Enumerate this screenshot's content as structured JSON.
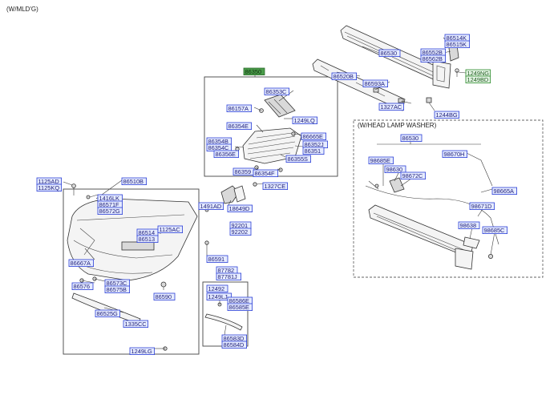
{
  "captions": {
    "variant": "(W/MLD'G)",
    "head_lamp_washer": "(W/HEAD LAMP WASHER)"
  },
  "labels": [
    {
      "id": "86514K",
      "text": "86514K"
    },
    {
      "id": "86515K",
      "text": "86515K"
    },
    {
      "id": "86530",
      "text": "86530"
    },
    {
      "id": "86552B",
      "text": "86552B"
    },
    {
      "id": "86562B",
      "text": "86562B"
    },
    {
      "id": "1249NG",
      "text": "1249NG"
    },
    {
      "id": "1249BD",
      "text": "1249BD"
    },
    {
      "id": "86350",
      "text": "86350"
    },
    {
      "id": "86520B",
      "text": "86520B"
    },
    {
      "id": "86593A",
      "text": "86593A"
    },
    {
      "id": "1327AC",
      "text": "1327AC"
    },
    {
      "id": "1244BG",
      "text": "1244BG"
    },
    {
      "id": "86353C",
      "text": "86353C"
    },
    {
      "id": "86157A",
      "text": "86157A"
    },
    {
      "id": "1249LQ",
      "text": "1249LQ"
    },
    {
      "id": "86354E",
      "text": "86354E"
    },
    {
      "id": "86665E",
      "text": "86665E"
    },
    {
      "id": "86352J",
      "text": "86352J"
    },
    {
      "id": "86354B",
      "text": "86354B"
    },
    {
      "id": "86354C",
      "text": "86354C"
    },
    {
      "id": "86351",
      "text": "86351"
    },
    {
      "id": "86356E",
      "text": "86356E"
    },
    {
      "id": "86355S",
      "text": "86355S"
    },
    {
      "id": "86359",
      "text": "86359"
    },
    {
      "id": "86354F",
      "text": "86354F"
    },
    {
      "id": "1125AD",
      "text": "1125AD"
    },
    {
      "id": "1125KQ",
      "text": "1125KQ"
    },
    {
      "id": "86510B",
      "text": "86510B"
    },
    {
      "id": "1327CE",
      "text": "1327CE"
    },
    {
      "id": "1416LK",
      "text": "1416LK"
    },
    {
      "id": "86571F",
      "text": "86571F"
    },
    {
      "id": "86572G",
      "text": "86572G"
    },
    {
      "id": "1491AD",
      "text": "1491AD"
    },
    {
      "id": "18649D",
      "text": "18649D"
    },
    {
      "id": "92201",
      "text": "92201"
    },
    {
      "id": "92202",
      "text": "92202"
    },
    {
      "id": "86514",
      "text": "86514"
    },
    {
      "id": "86513",
      "text": "86513"
    },
    {
      "id": "1125AC",
      "text": "1125AC"
    },
    {
      "id": "86591",
      "text": "86591"
    },
    {
      "id": "86667A",
      "text": "86667A"
    },
    {
      "id": "87782",
      "text": "87782"
    },
    {
      "id": "87781J",
      "text": "87781J"
    },
    {
      "id": "86573C",
      "text": "86573C"
    },
    {
      "id": "86576",
      "text": "86576"
    },
    {
      "id": "86575B",
      "text": "86575B"
    },
    {
      "id": "86590",
      "text": "86590"
    },
    {
      "id": "12492",
      "text": "12492"
    },
    {
      "id": "1249LJ",
      "text": "1249LJ"
    },
    {
      "id": "86586E",
      "text": "86586E"
    },
    {
      "id": "86585E",
      "text": "86585E"
    },
    {
      "id": "86525G",
      "text": "86525G"
    },
    {
      "id": "1335CC",
      "text": "1335CC"
    },
    {
      "id": "86583D",
      "text": "86583D"
    },
    {
      "id": "86584D",
      "text": "86584D"
    },
    {
      "id": "1249LG",
      "text": "1249LG"
    },
    {
      "id": "86530W",
      "text": "86530"
    },
    {
      "id": "98685E",
      "text": "98685E"
    },
    {
      "id": "98670H",
      "text": "98670H"
    },
    {
      "id": "98630",
      "text": "98630"
    },
    {
      "id": "98672C",
      "text": "98672C"
    },
    {
      "id": "98665A",
      "text": "98665A"
    },
    {
      "id": "98671D",
      "text": "98671D"
    },
    {
      "id": "98638",
      "text": "98638"
    },
    {
      "id": "98685C",
      "text": "98685C"
    }
  ]
}
